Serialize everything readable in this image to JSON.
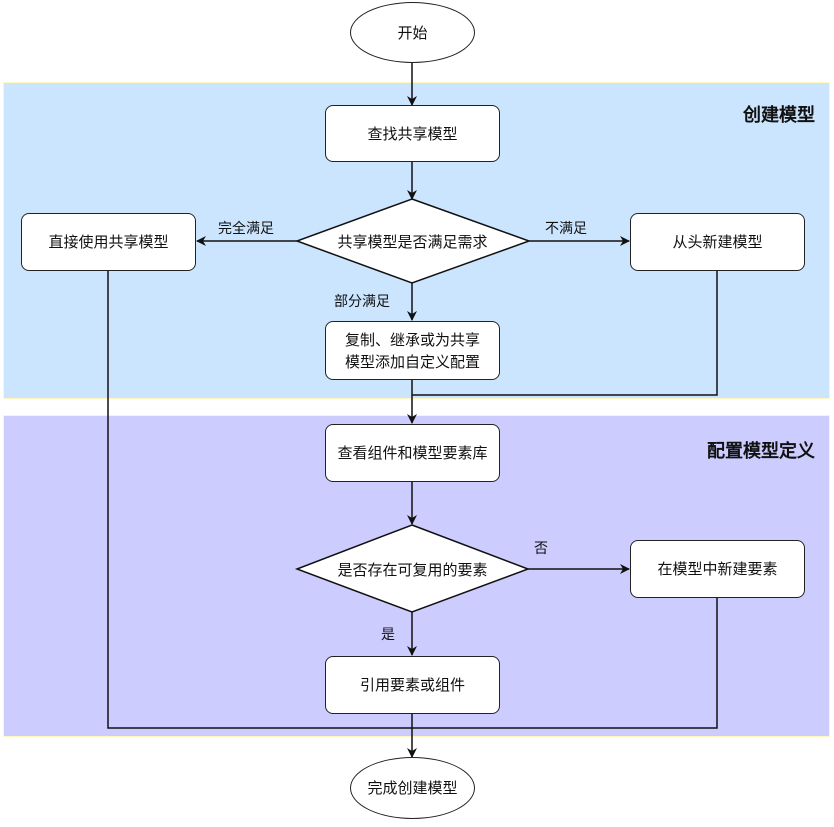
{
  "colors": {
    "lane_create_bg": "#cce5ff",
    "lane_config_bg": "#ccccff",
    "lane_border": "#fff6c2",
    "node_fill": "#ffffff",
    "stroke": "#222222"
  },
  "lanes": [
    {
      "id": "create",
      "title": "创建模型"
    },
    {
      "id": "config",
      "title": "配置模型定义"
    }
  ],
  "nodes": {
    "start": "开始",
    "find_shared": "查找共享模型",
    "decision_shared": "共享模型是否满足需求",
    "use_shared": "直接使用共享模型",
    "new_model": "从头新建模型",
    "copy_inherit": "复制、继承或为共享模型添加自定义配置",
    "view_library": "查看组件和模型要素库",
    "decision_reuse": "是否存在可复用的要素",
    "new_element": "在模型中新建要素",
    "reference_element": "引用要素或组件",
    "end": "完成创建模型"
  },
  "edge_labels": {
    "fully_satisfied": "完全满足",
    "not_satisfied": "不满足",
    "partially_satisfied": "部分满足",
    "no": "否",
    "yes": "是"
  }
}
